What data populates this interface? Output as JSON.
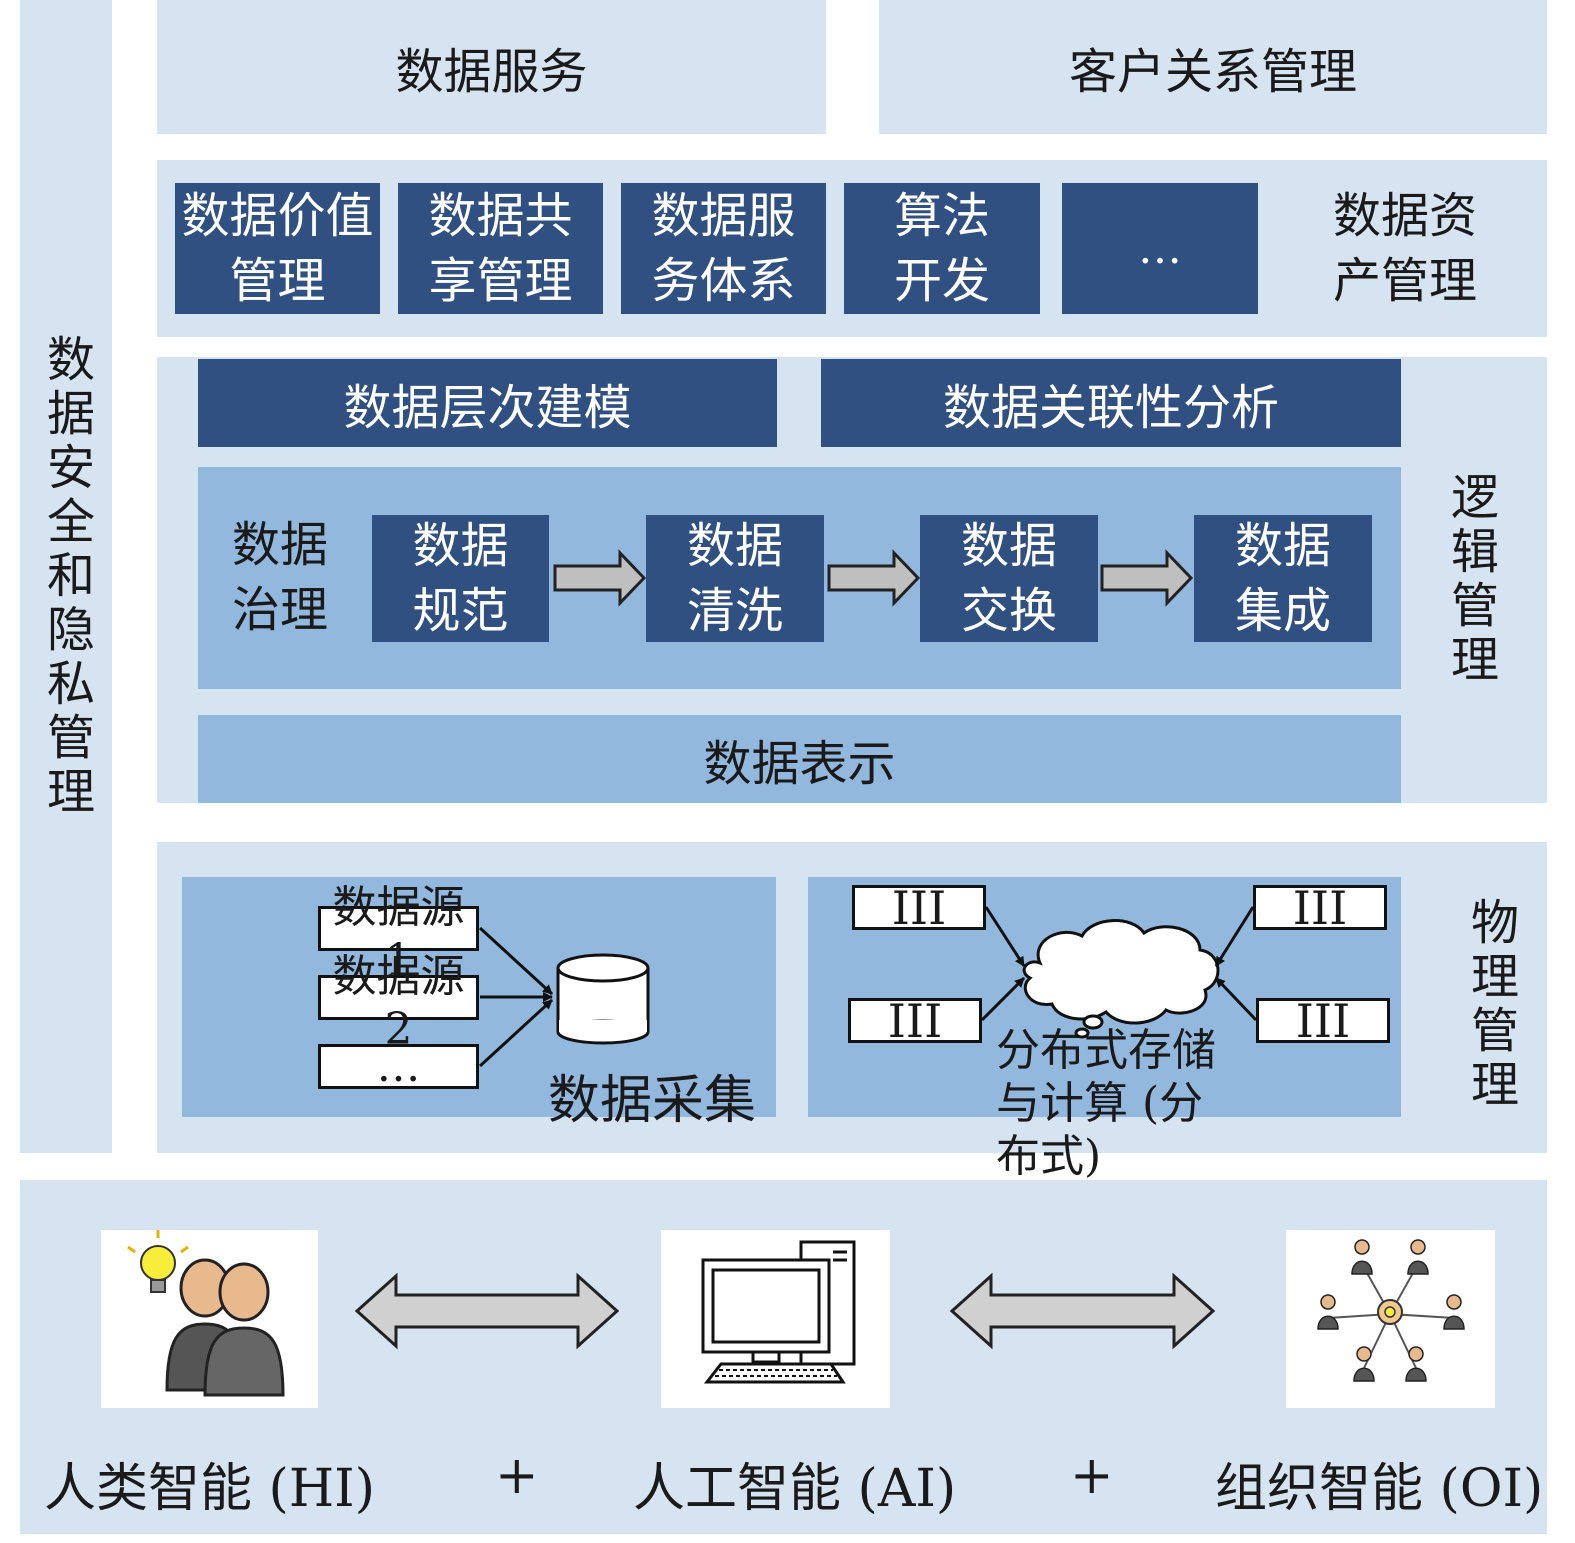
{
  "security": {
    "label": "数据安全和隐私管理"
  },
  "top": {
    "data_service": "数据服务",
    "crm": "客户关系管理"
  },
  "asset": {
    "items": [
      "数据价值管理",
      "数据共享管理",
      "数据服务体系",
      "算法开发",
      "…"
    ],
    "label": "数据资产管理"
  },
  "logic": {
    "modeling": "数据层次建模",
    "correlation": "数据关联性分析",
    "governance_label": "数据治理",
    "steps": [
      "数据规范",
      "数据清洗",
      "数据交换",
      "数据集成"
    ],
    "representation": "数据表示",
    "label": "逻辑管理"
  },
  "physical": {
    "sources": [
      "数据源1",
      "数据源2",
      "…"
    ],
    "collection_label": "数据采集",
    "nodes": [
      "III",
      "III",
      "III",
      "III"
    ],
    "cloud_label": "分布式存储与计算 (分布式)",
    "label": "物理管理"
  },
  "intelligence": {
    "hi": "人类智能 (HI)",
    "ai": "人工智能 (AI)",
    "oi": "组织智能 (OI)",
    "plus": "+"
  },
  "colors": {
    "light": "#d6e4f1",
    "medium": "#93b8dd",
    "dark": "#2f5080"
  }
}
